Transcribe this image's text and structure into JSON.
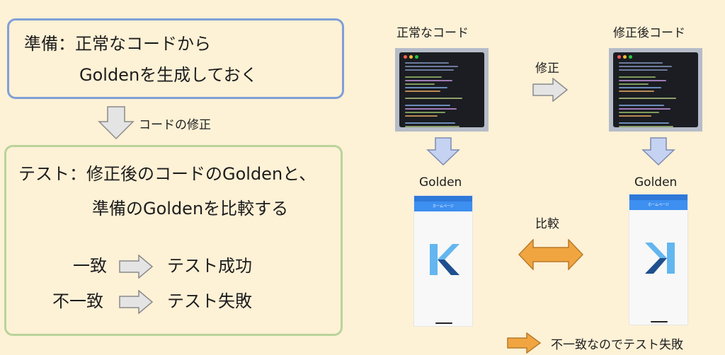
{
  "left": {
    "prep_line1": "準備：正常なコードから",
    "prep_line2": "Goldenを生成しておく",
    "modify_label": "コードの修正",
    "test_line1": "テスト：修正後のコードのGoldenと、",
    "test_line2": "準備のGoldenを比較する",
    "match_label": "一致",
    "match_result": "テスト成功",
    "mismatch_label": "不一致",
    "mismatch_result": "テスト失敗"
  },
  "right": {
    "normal_code_label": "正常なコード",
    "modified_code_label": "修正後コード",
    "modify_label": "修正",
    "golden_left_label": "Golden",
    "golden_right_label": "Golden",
    "compare_label": "比較",
    "phone_title": "ホームページ",
    "legend_label": "不一致なのでテスト失敗"
  },
  "colors": {
    "background": "#fdf1d6",
    "prep_border": "#7f9fd6",
    "test_border": "#b9d49a",
    "blue_arrow": "#c5d2f2",
    "orange_arrow": "#f0a540",
    "app_bar": "#3d8ff0"
  }
}
